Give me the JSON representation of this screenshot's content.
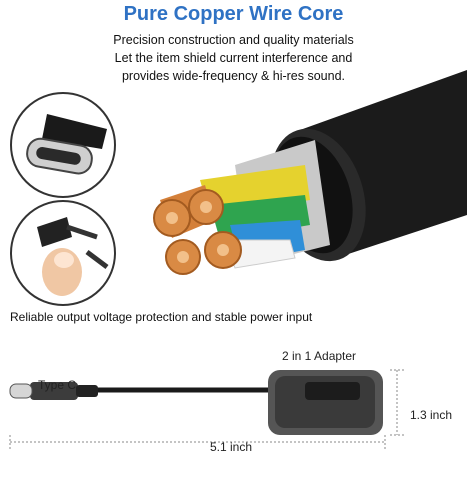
{
  "headline": "Pure Copper Wire Core",
  "description": [
    "Precision construction and quality materials",
    "Let the item shield current interference and",
    "provides wide-frequency & hi-res sound."
  ],
  "caption": "Reliable output voltage protection and stable power input",
  "adapter_label": "2 in 1 Adapter",
  "type_c_label": "Type C",
  "height_label": "1.3 inch",
  "width_label": "5.1 inch",
  "colors": {
    "headline": "#2f72c4",
    "cable": "#1b1b1b",
    "copper": "#d4803a",
    "wire_yellow": "#e5d22e",
    "wire_green": "#2fa44f",
    "wire_blue": "#2f8fd8",
    "wire_white": "#f4f4f4",
    "dimension_line": "#888888"
  }
}
